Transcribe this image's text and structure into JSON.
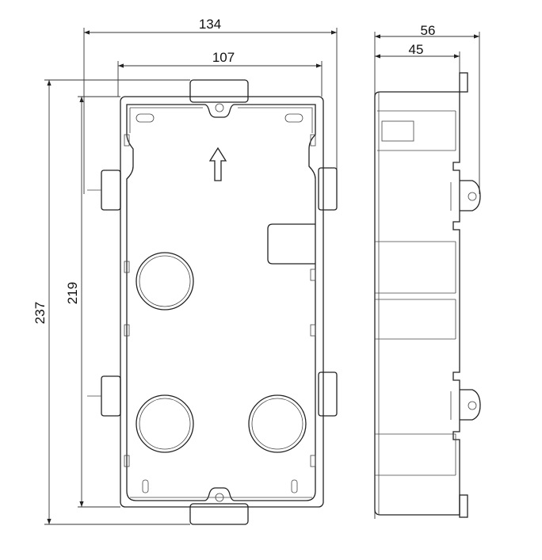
{
  "dimensions": {
    "front_width_outer": "134",
    "front_width_inner": "107",
    "front_height_outer": "237",
    "front_height_inner": "219",
    "side_depth_total": "56",
    "side_depth_box": "45"
  },
  "colors": {
    "line": "#222222",
    "background": "#ffffff"
  }
}
